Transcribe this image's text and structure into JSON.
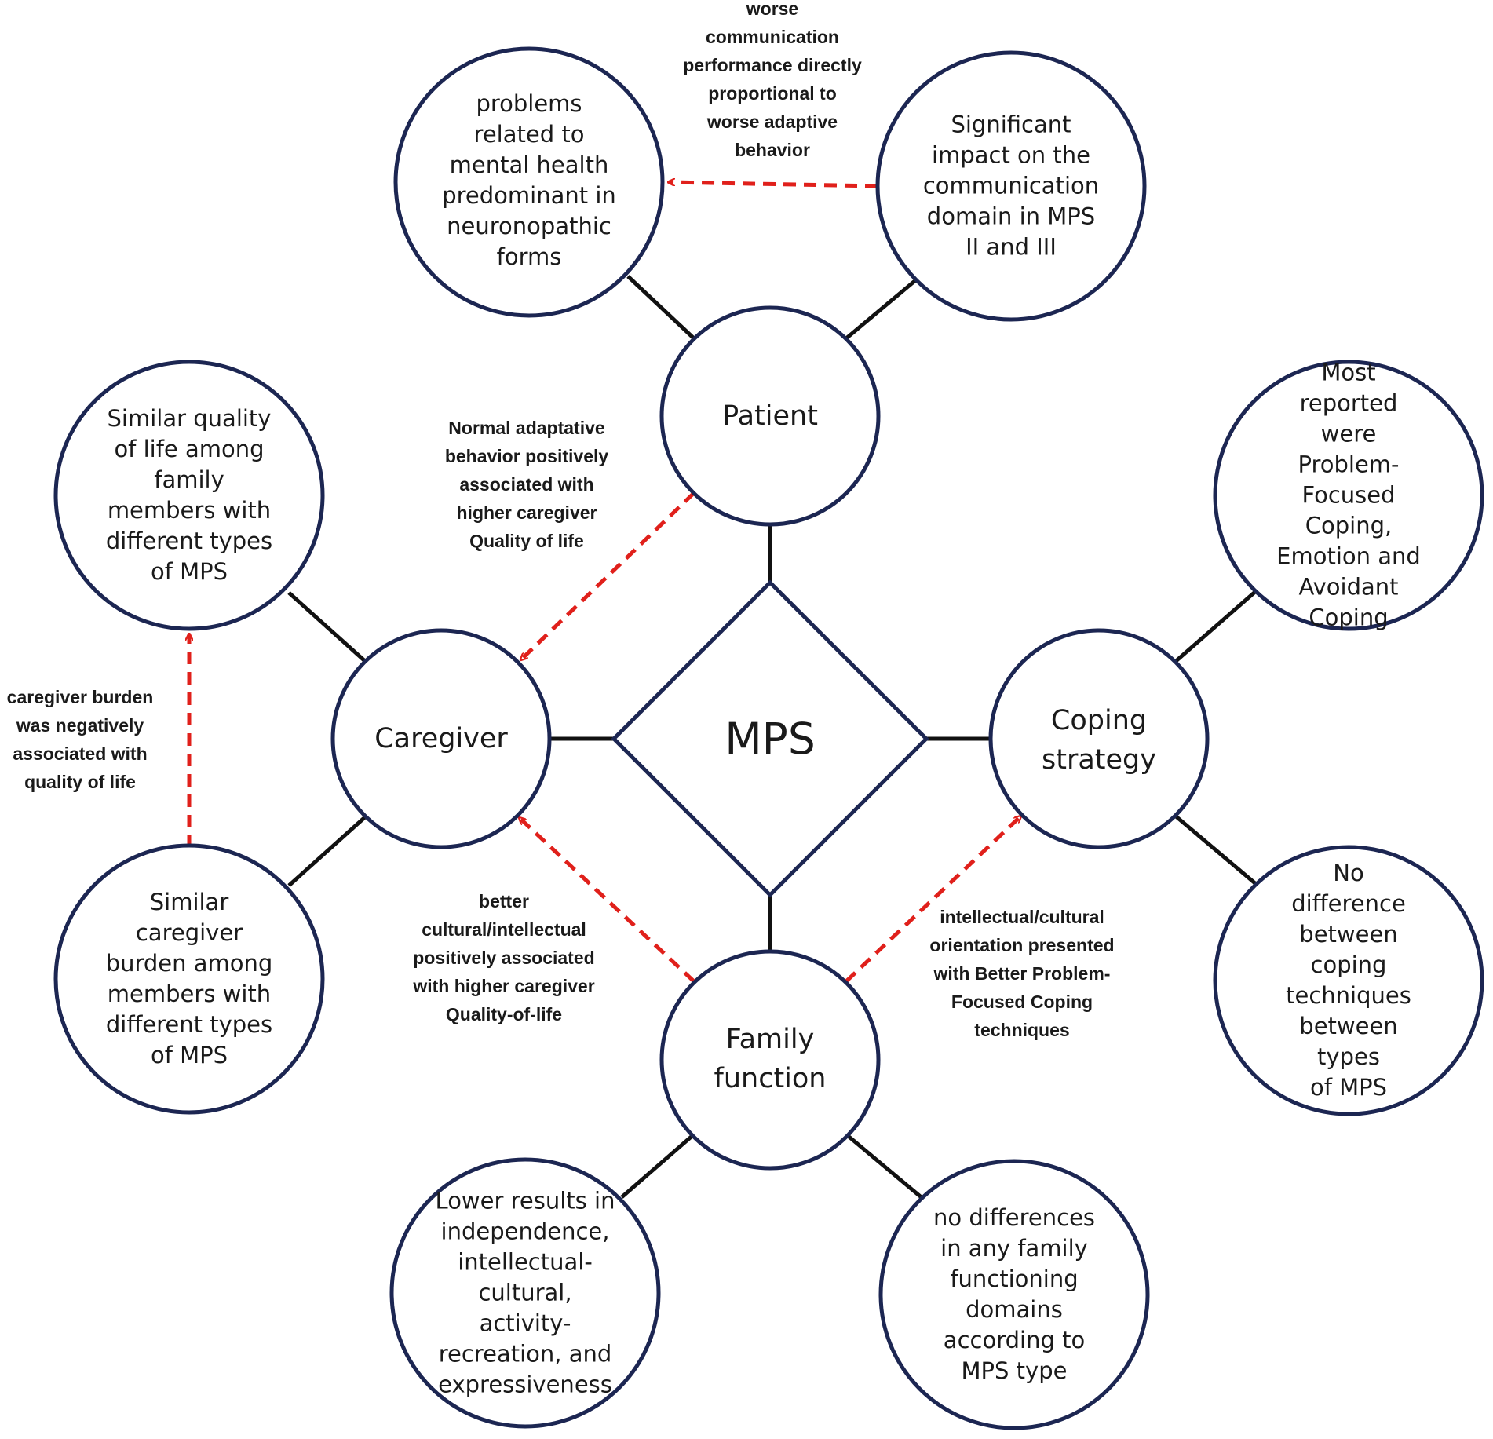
{
  "center": {
    "label": "MPS"
  },
  "hubs": {
    "patient": "Patient",
    "caregiver": "Caregiver",
    "coping": "Coping\nstrategy",
    "family": "Family\nfunction"
  },
  "findings": {
    "patient_mental_health": "problems\nrelated to\nmental health\npredominant in\nneuronopathic\nforms",
    "patient_communication": "Significant\nimpact on the\ncommunication\ndomain in MPS\nII and III",
    "caregiver_qol": "Similar quality\nof life among\nfamily\nmembers with\ndifferent types\nof MPS",
    "caregiver_burden": "Similar\ncaregiver\nburden among\nmembers with\ndifferent types\nof MPS",
    "coping_reported": "Most reported\nwere Problem-\nFocused\nCoping,\nEmotion and\nAvoidant\nCoping",
    "coping_no_difference": "No difference\nbetween coping\ntechniques\nbetween types\nof MPS",
    "family_lower_results": "Lower results in\nindependence,\nintellectual-\ncultural,\nactivity-\nrecreation, and\nexpressiveness",
    "family_no_differences": "no differences\nin any family\nfunctioning\ndomains\naccording to\nMPS type"
  },
  "relations": {
    "communication_to_mental": "worse\ncommunication\nperformance directly\nproportional to\nworse adaptive\nbehavior",
    "patient_to_caregiver": "Normal adaptative\nbehavior positively\nassociated with\nhigher caregiver\nQuality of life",
    "burden_to_qol": "caregiver burden\nwas negatively\nassociated with\nquality of life",
    "family_to_caregiver": "better\ncultural/intellectual\npositively associated\nwith higher caregiver\nQuality-of-life",
    "family_to_coping": "intellectual/cultural\norientation  presented\nwith Better Problem-\nFocused Coping\ntechniques"
  },
  "colors": {
    "circle_stroke": "#1c2652",
    "connector": "#111111",
    "association_arrow": "#e0201b"
  }
}
